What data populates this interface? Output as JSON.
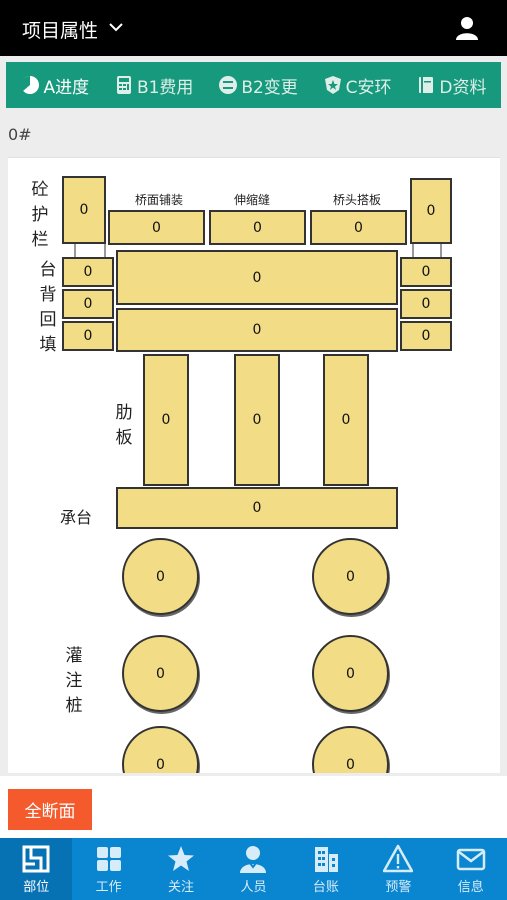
{
  "header": {
    "title": "项目属性"
  },
  "tabs": [
    {
      "label": "A进度",
      "icon": "progress-pie-icon"
    },
    {
      "label": "B1费用",
      "icon": "calculator-icon"
    },
    {
      "label": "B2变更",
      "icon": "change-icon"
    },
    {
      "label": "C安环",
      "icon": "safety-shield-icon"
    },
    {
      "label": "D资料",
      "icon": "book-icon"
    }
  ],
  "position_label": "0#",
  "diagram": {
    "labels": {
      "guardrail": "砼护栏",
      "deck_paving": "桥面铺装",
      "expansion_joint": "伸缩缝",
      "approach_slab": "桥头搭板",
      "backfill": "台背回填",
      "rib_plate": "肋板",
      "pile_cap": "承台",
      "bored_pile": "灌注桩"
    },
    "values": {
      "guardrail_left": "0",
      "guardrail_right": "0",
      "deck_paving": "0",
      "expansion_joint": "0",
      "approach_slab": "0",
      "backfill_left_1": "0",
      "backfill_left_2": "0",
      "backfill_left_3": "0",
      "backfill_right_1": "0",
      "backfill_right_2": "0",
      "backfill_right_3": "0",
      "abutment_upper": "0",
      "abutment_lower": "0",
      "rib_1": "0",
      "rib_2": "0",
      "rib_3": "0",
      "pile_cap": "0",
      "pile_1": "0",
      "pile_2": "0",
      "pile_3": "0",
      "pile_4": "0",
      "pile_5": "0",
      "pile_6": "0"
    }
  },
  "full_section_button": "全断面",
  "nav": [
    {
      "label": "部位",
      "icon": "location-grid-icon",
      "active": true
    },
    {
      "label": "工作",
      "icon": "grid-icon"
    },
    {
      "label": "关注",
      "icon": "star-icon"
    },
    {
      "label": "人员",
      "icon": "person-icon"
    },
    {
      "label": "台账",
      "icon": "building-icon"
    },
    {
      "label": "预警",
      "icon": "warning-icon"
    },
    {
      "label": "信息",
      "icon": "mail-icon"
    }
  ],
  "colors": {
    "topbar": "#000000",
    "tab_bar": "#16997d",
    "component_fill": "#f2dd86",
    "full_section_button": "#f55a2c",
    "nav_bar": "#0a85cf"
  }
}
